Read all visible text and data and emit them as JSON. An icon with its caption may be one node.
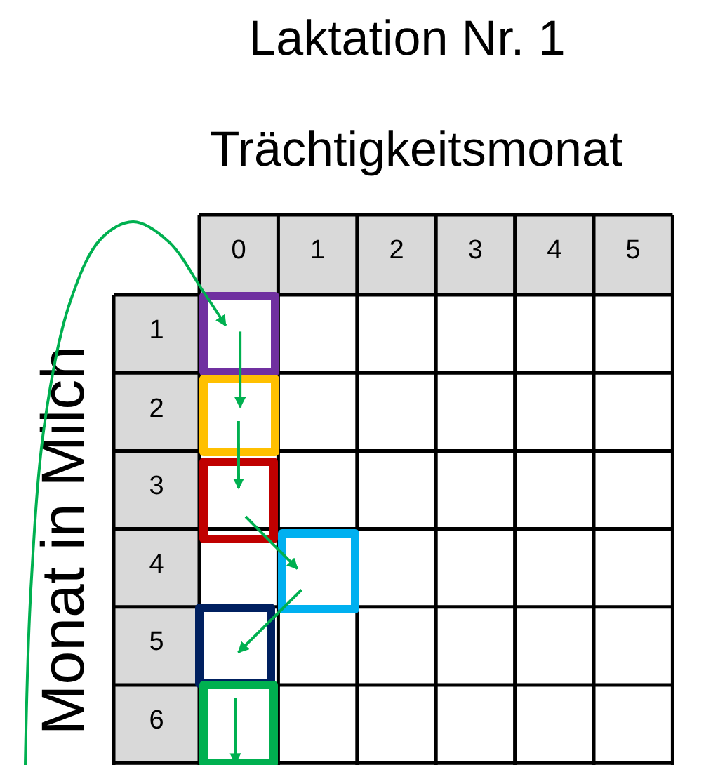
{
  "diagram": {
    "title": "Laktation Nr. 1",
    "nodes": [
      {
        "text": [],
        "shape": "box"
      },
      {
        "text": [],
        "shape": "box"
      },
      {
        "text": [],
        "shape": "box"
      },
      {
        "text": [],
        "shape": "box"
      },
      {
        "text": [],
        "shape": "box"
      },
      {
        "text": [],
        "shape": "box"
      }
    ],
    "edges": [
      {
        "from": null,
        "to": 0,
        "arrow": "to"
      },
      {
        "from": 0,
        "to": 1,
        "arrow": "to"
      },
      {
        "from": 1,
        "to": 2,
        "arrow": "to"
      },
      {
        "from": 2,
        "to": 3,
        "arrow": "to"
      },
      {
        "from": 3,
        "to": 4,
        "arrow": "to"
      },
      {
        "from": 4,
        "to": 5,
        "arrow": "to"
      }
    ],
    "labels": [
      "Trächtigkeitsmonat",
      "Monat in Milch",
      "0",
      "1",
      "2",
      "3",
      "4",
      "5",
      "1",
      "2",
      "3",
      "4",
      "5",
      "6"
    ]
  }
}
